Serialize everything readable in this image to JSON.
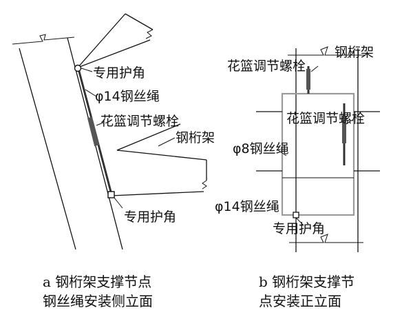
{
  "diagram_a": {
    "labels": {
      "corner_top": "专用护角",
      "wire_rope": "φ14钢丝绳",
      "turnbuckle": "花篮调节螺栓",
      "truss": "钢桁架",
      "corner_bottom": "专用护角"
    },
    "caption_line1": "a  钢桁架支撑节点",
    "caption_line2": "钢丝绳安装侧立面"
  },
  "diagram_b": {
    "labels": {
      "turnbuckle_top": "花篮调节螺栓",
      "truss": "钢桁架",
      "turnbuckle_mid": "花篮调节螺栓",
      "wire_rope_8": "φ8钢丝绳",
      "wire_rope_14": "φ14钢丝绳",
      "corner": "专用护角"
    },
    "caption_line1": "b  钢桁架支撑节",
    "caption_line2": "点安装正立面"
  }
}
